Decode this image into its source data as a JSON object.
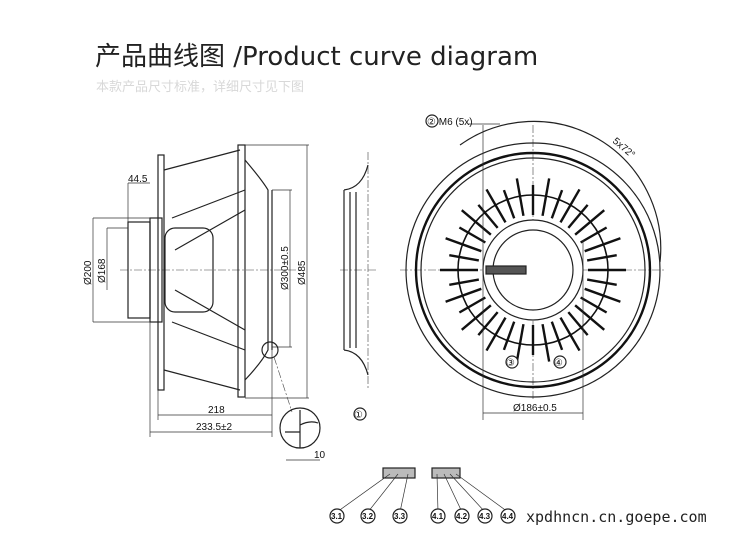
{
  "header": {
    "title": "产品曲线图 /Product curve diagram",
    "subtitle": "本款产品尺寸标准，详细尺寸见下图"
  },
  "side_view": {
    "dim_hub_offset": "44.5",
    "dim_d200": "Ø200",
    "dim_d168": "Ø168",
    "dim_d300": "Ø300±0.5",
    "dim_d485": "Ø485",
    "dim_218": "218",
    "dim_233": "233.5±2",
    "dim_10": "10"
  },
  "ring_view": {
    "callout": "①"
  },
  "front_view": {
    "callout_m6": "② M6 (5x)",
    "angle": "5x72°",
    "dim_d186": "Ø186±0.5",
    "callout_3": "③",
    "callout_4": "④"
  },
  "connectors": {
    "group3": [
      "3.1",
      "3.2",
      "3.3"
    ],
    "group4": [
      "4.1",
      "4.2",
      "4.3",
      "4.4"
    ]
  },
  "watermark": "xpdhncn.cn.goepe.com"
}
